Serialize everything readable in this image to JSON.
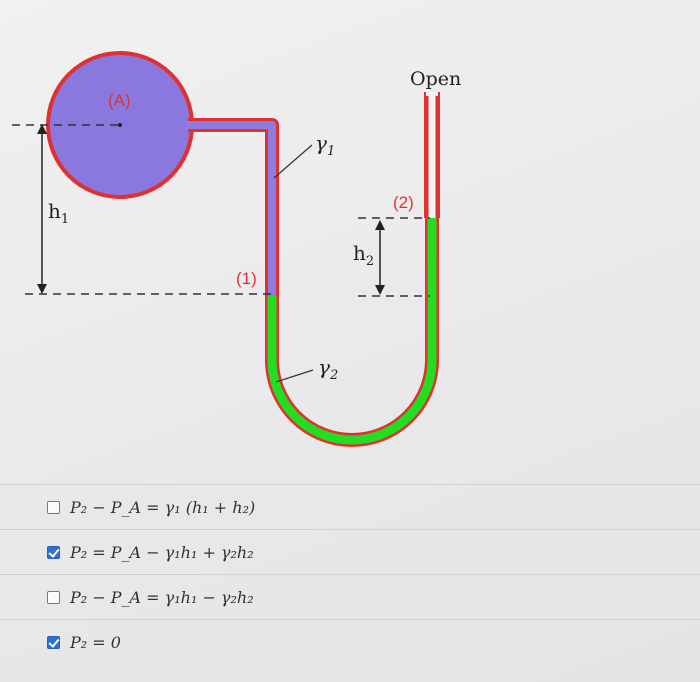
{
  "diagram": {
    "tank_label": "(A)",
    "open_label": "Open",
    "point1_label": "(1)",
    "point2_label": "(2)",
    "h1_label": "h",
    "h1_sub": "1",
    "h2_label": "h",
    "h2_sub": "2",
    "gamma1_label": "γ",
    "gamma1_sub": "1",
    "gamma2_label": "γ",
    "gamma2_sub": "2",
    "colors": {
      "fluid1": "#8e7ce0",
      "fluid2": "#22dd22",
      "wall": "#e03030"
    }
  },
  "options": [
    {
      "text": "P₂ − P_A = γ₁ (h₁ + h₂)",
      "checked": false
    },
    {
      "text": "P₂ = P_A − γ₁h₁ + γ₂h₂",
      "checked": true
    },
    {
      "text": "P₂ − P_A = γ₁h₁ − γ₂h₂",
      "checked": false
    },
    {
      "text": "P₂ = 0",
      "checked": true
    }
  ]
}
